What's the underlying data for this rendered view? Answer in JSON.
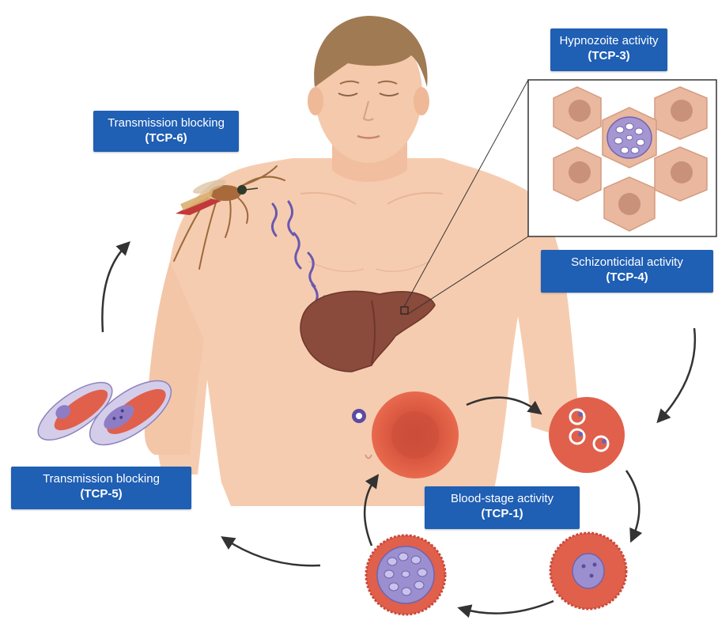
{
  "labels": {
    "hypnozoite": {
      "title": "Hypnozoite activity",
      "code": "(TCP-3)"
    },
    "schizonticidal": {
      "title": "Schizonticidal activity",
      "code": "(TCP-4)"
    },
    "transmission_mosquito": {
      "title": "Transmission blocking",
      "code": "(TCP-6)"
    },
    "transmission_gametocyte": {
      "title": "Transmission blocking",
      "code": "(TCP-5)"
    },
    "blood_stage": {
      "title": "Blood-stage activity",
      "code": "(TCP-1)"
    }
  },
  "colors": {
    "label_background": "#1f5fb4",
    "label_text": "#ffffff",
    "skin": "#f4c9ac",
    "hair": "#a07a52",
    "liver": "#8a4a3c",
    "red_blood_cell": "#e0604c",
    "parasite": "#6f63b0",
    "hepatocyte": "#e9b89f",
    "arrow": "#333333"
  },
  "icons": [
    "mosquito-icon",
    "liver-icon",
    "hepatocyte-cluster-icon",
    "red-blood-cell-icon",
    "gametocyte-icon",
    "sporozoite-icon",
    "cycle-arrow-icon"
  ]
}
